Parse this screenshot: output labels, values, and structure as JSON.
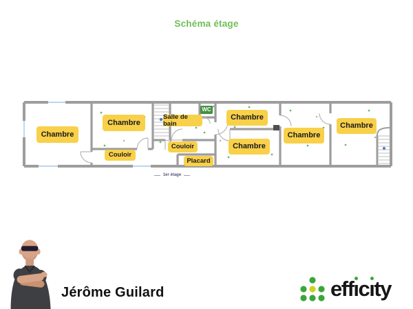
{
  "page": {
    "title": "Schéma étage"
  },
  "colors": {
    "title_green": "#6fbe58",
    "label_yellow": "#f8d04a",
    "label_text": "#1a1a1a",
    "wc_green": "#44903f",
    "wall_gray": "#9d9d9d",
    "logo_green": "#3aa63a",
    "logo_yellow": "#ccd321"
  },
  "floor_plan": {
    "caption": "1er étage",
    "labels": [
      {
        "text": "Chambre"
      },
      {
        "text": "Chambre"
      },
      {
        "text": "Couloir"
      },
      {
        "text": "Salle de bain"
      },
      {
        "text": "WC"
      },
      {
        "text": "Chambre"
      },
      {
        "text": "Couloir"
      },
      {
        "text": "Chambre"
      },
      {
        "text": "Placard"
      },
      {
        "text": "Chambre"
      },
      {
        "text": "Chambre"
      }
    ]
  },
  "agent": {
    "name": "Jérôme Guilard"
  },
  "logo": {
    "brand": "efficity",
    "parts": [
      "eff",
      "ı",
      "c",
      "ı",
      "ty"
    ]
  }
}
